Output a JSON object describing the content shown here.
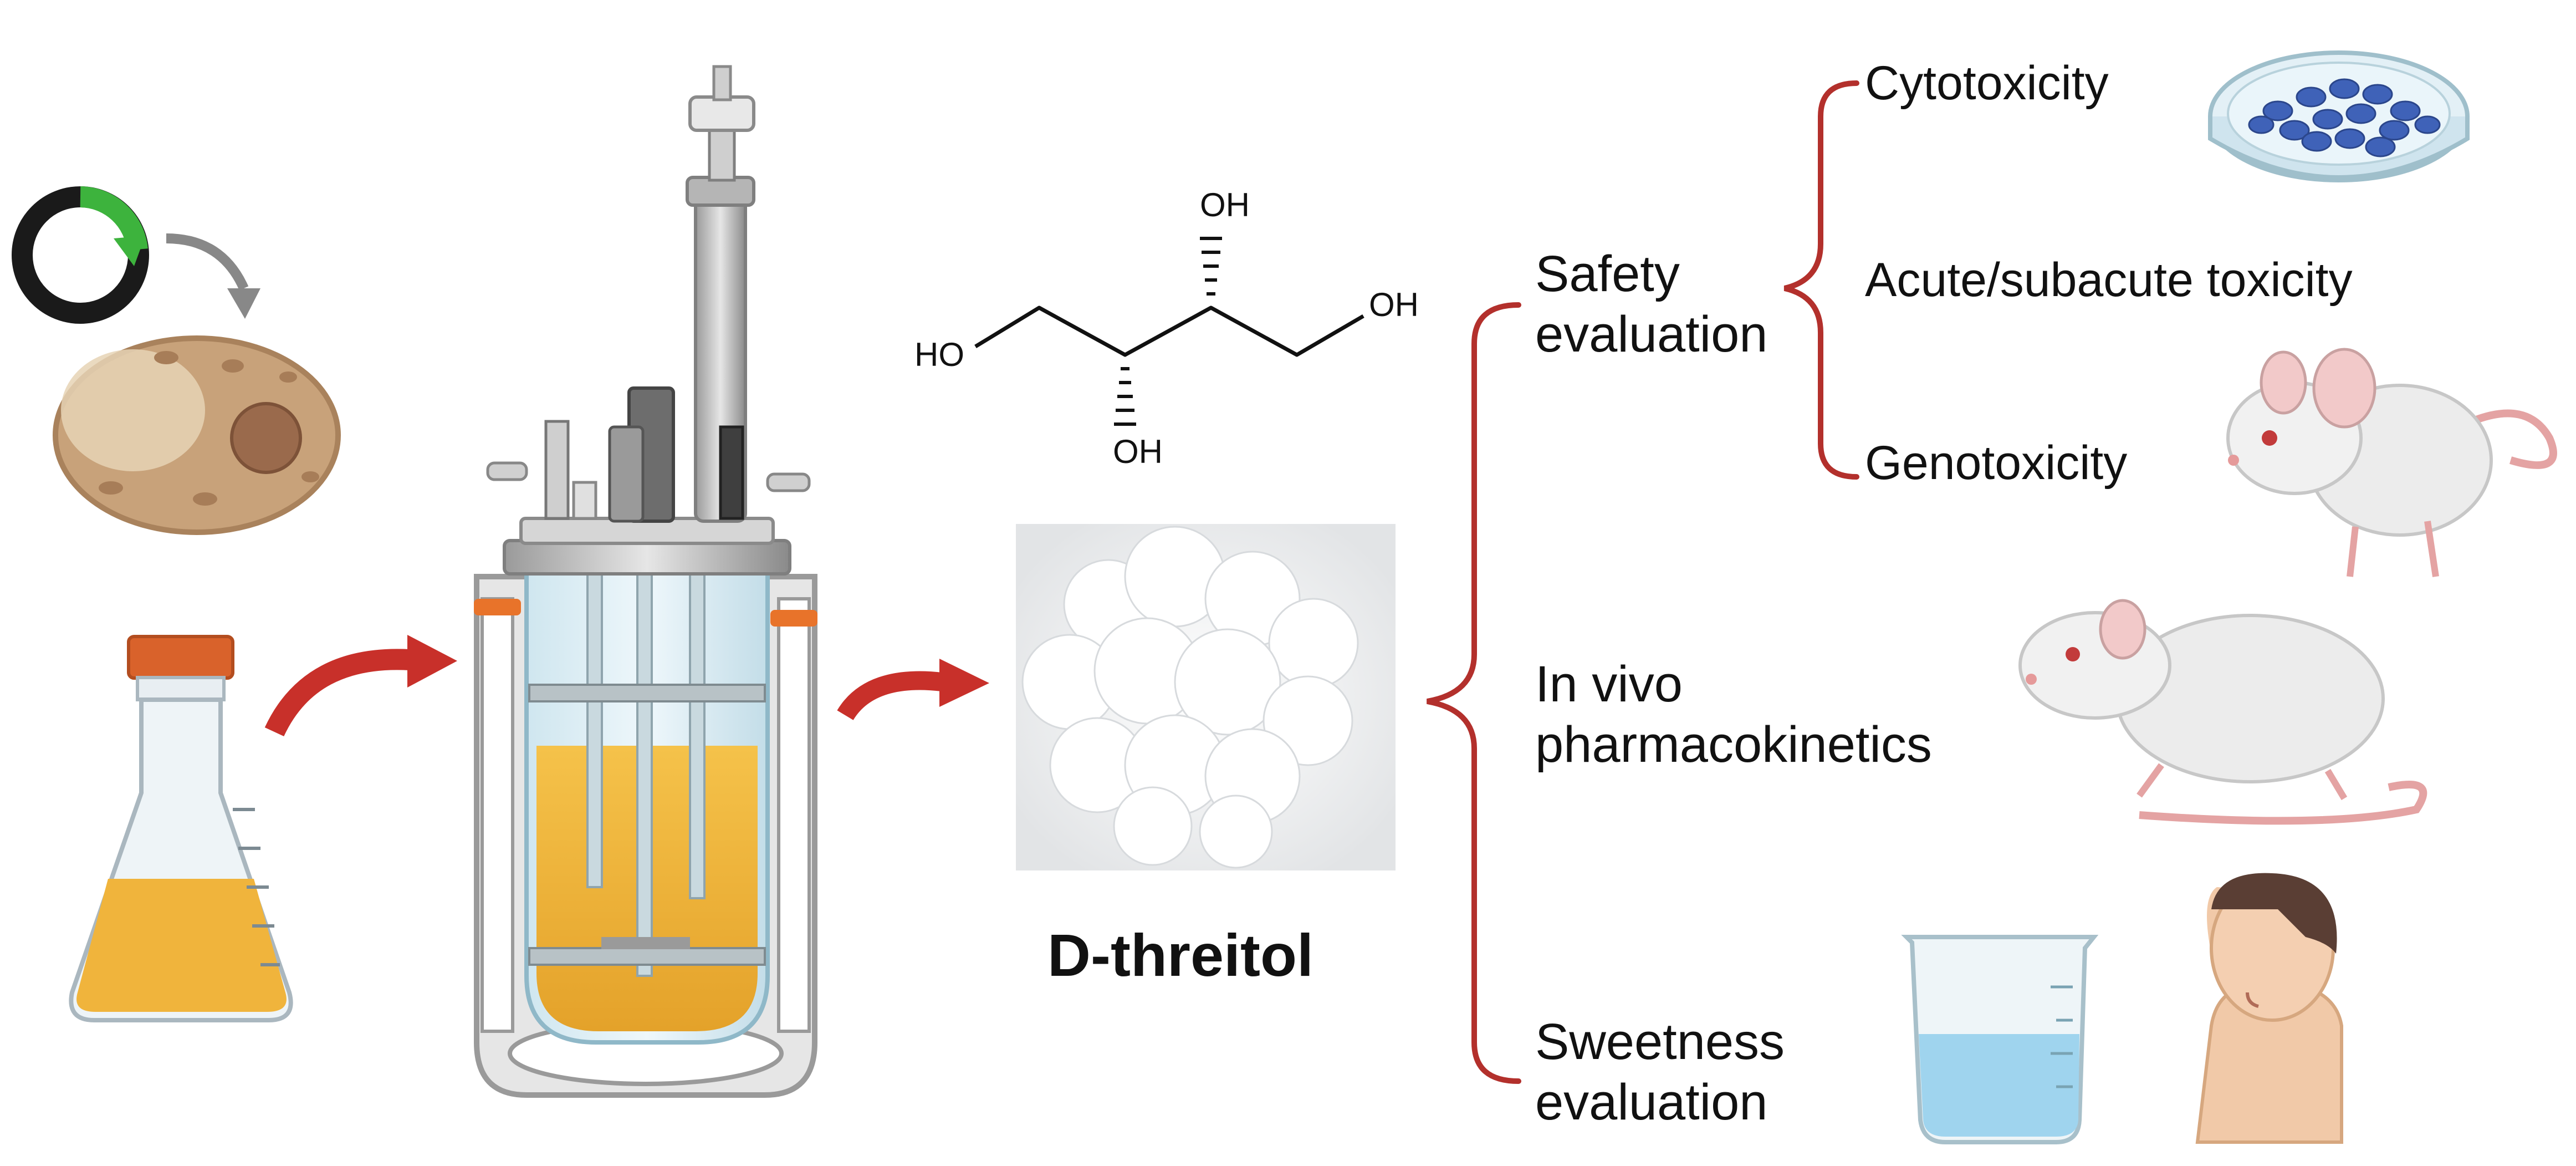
{
  "product": {
    "name": "D-threitol",
    "structure_labels": {
      "oh_top": "OH",
      "oh_bottom": "OH",
      "oh_right": "OH",
      "ho_left": "HO"
    }
  },
  "pathway": {
    "steps": [
      {
        "icon": "plasmid-icon"
      },
      {
        "icon": "yeast-cell-icon"
      },
      {
        "icon": "culture-flask-icon"
      },
      {
        "icon": "bioreactor-icon"
      },
      {
        "icon": "crystal-powder-photo"
      }
    ],
    "arrow_color": "#c8302a"
  },
  "evaluations": [
    {
      "label_lines": [
        "Safety",
        "evaluation"
      ],
      "sub_items": [
        "Cytotoxicity",
        "Acute/subacute toxicity",
        "Genotoxicity"
      ],
      "icons": [
        "petri-dish-icon",
        "mouse-icon"
      ]
    },
    {
      "label_lines": [
        "In vivo",
        "pharmacokinetics"
      ],
      "icons": [
        "rat-icon"
      ]
    },
    {
      "label_lines": [
        "Sweetness",
        "evaluation"
      ],
      "icons": [
        "beaker-icon",
        "human-taster-icon"
      ]
    }
  ],
  "colors": {
    "brace": "#b3302c",
    "plasmid_dark": "#1a1a1a",
    "plasmid_green": "#3db33d",
    "yeast": "#c8a27a",
    "broth": "#f0b43c",
    "cap": "#d9622b",
    "liquid_blue": "#9fd4ee"
  }
}
